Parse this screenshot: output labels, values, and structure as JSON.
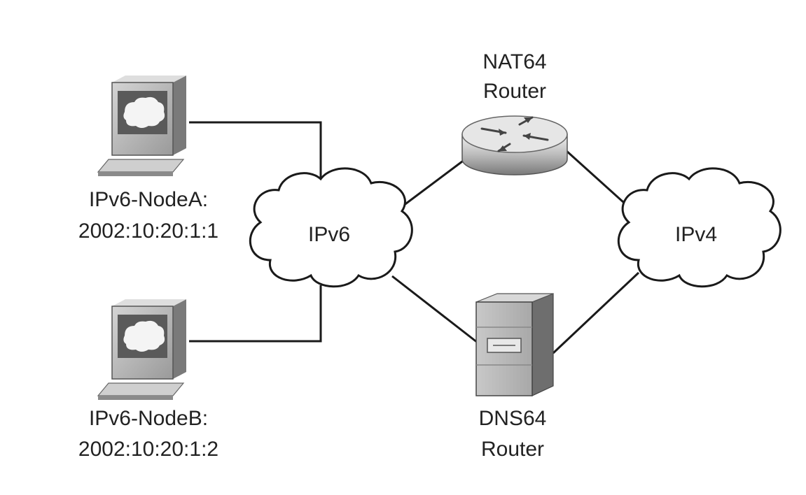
{
  "nodes": {
    "node_a": {
      "name": "IPv6-NodeA:",
      "address": "2002:10:20:1:1",
      "icon": "workstation-icon"
    },
    "node_b": {
      "name": "IPv6-NodeB:",
      "address": "2002:10:20:1:2",
      "icon": "workstation-icon"
    },
    "ipv6_cloud": {
      "label": "IPv6",
      "icon": "cloud-icon"
    },
    "ipv4_cloud": {
      "label": "IPv4",
      "icon": "cloud-icon"
    },
    "nat64": {
      "line1": "NAT64",
      "line2": "Router",
      "icon": "router-icon"
    },
    "dns64": {
      "line1": "DNS64",
      "line2": "Router",
      "icon": "server-icon"
    }
  },
  "connections": [
    {
      "from": "IPv6-NodeA",
      "to": "IPv6"
    },
    {
      "from": "IPv6-NodeB",
      "to": "IPv6"
    },
    {
      "from": "IPv6",
      "to": "NAT64 Router"
    },
    {
      "from": "IPv6",
      "to": "DNS64 Router"
    },
    {
      "from": "NAT64 Router",
      "to": "IPv4"
    },
    {
      "from": "DNS64 Router",
      "to": "IPv4"
    }
  ]
}
